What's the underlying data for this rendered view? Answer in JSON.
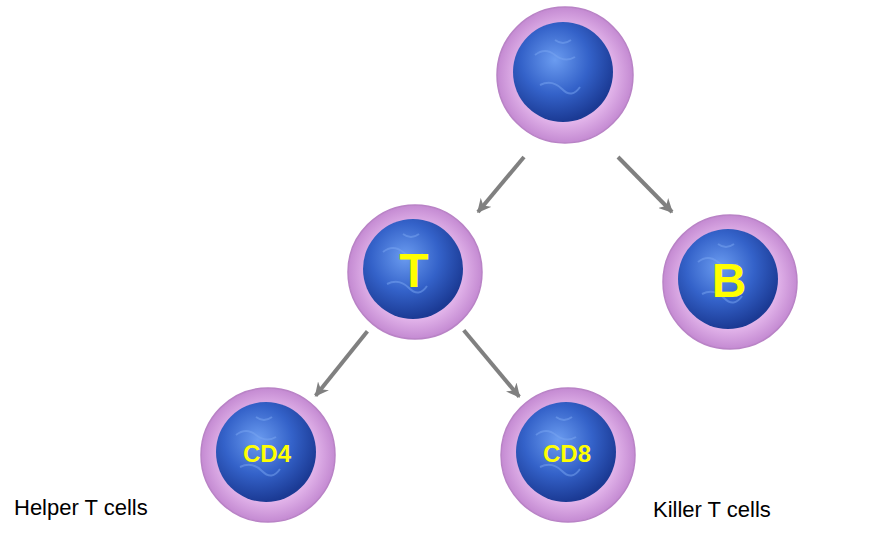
{
  "diagram": {
    "nodes": [
      {
        "text": [
          "T"
        ]
      },
      {
        "text": [
          "B"
        ]
      },
      {
        "text": [
          "CD4"
        ]
      },
      {
        "text": [
          "CD8"
        ]
      }
    ],
    "edges": [
      {
        "from": 0,
        "to": 2,
        "arrow": "to"
      },
      {
        "from": 0,
        "to": 3,
        "arrow": "to"
      }
    ],
    "labels": [
      "Helper T cells",
      "Killer T cells"
    ]
  }
}
